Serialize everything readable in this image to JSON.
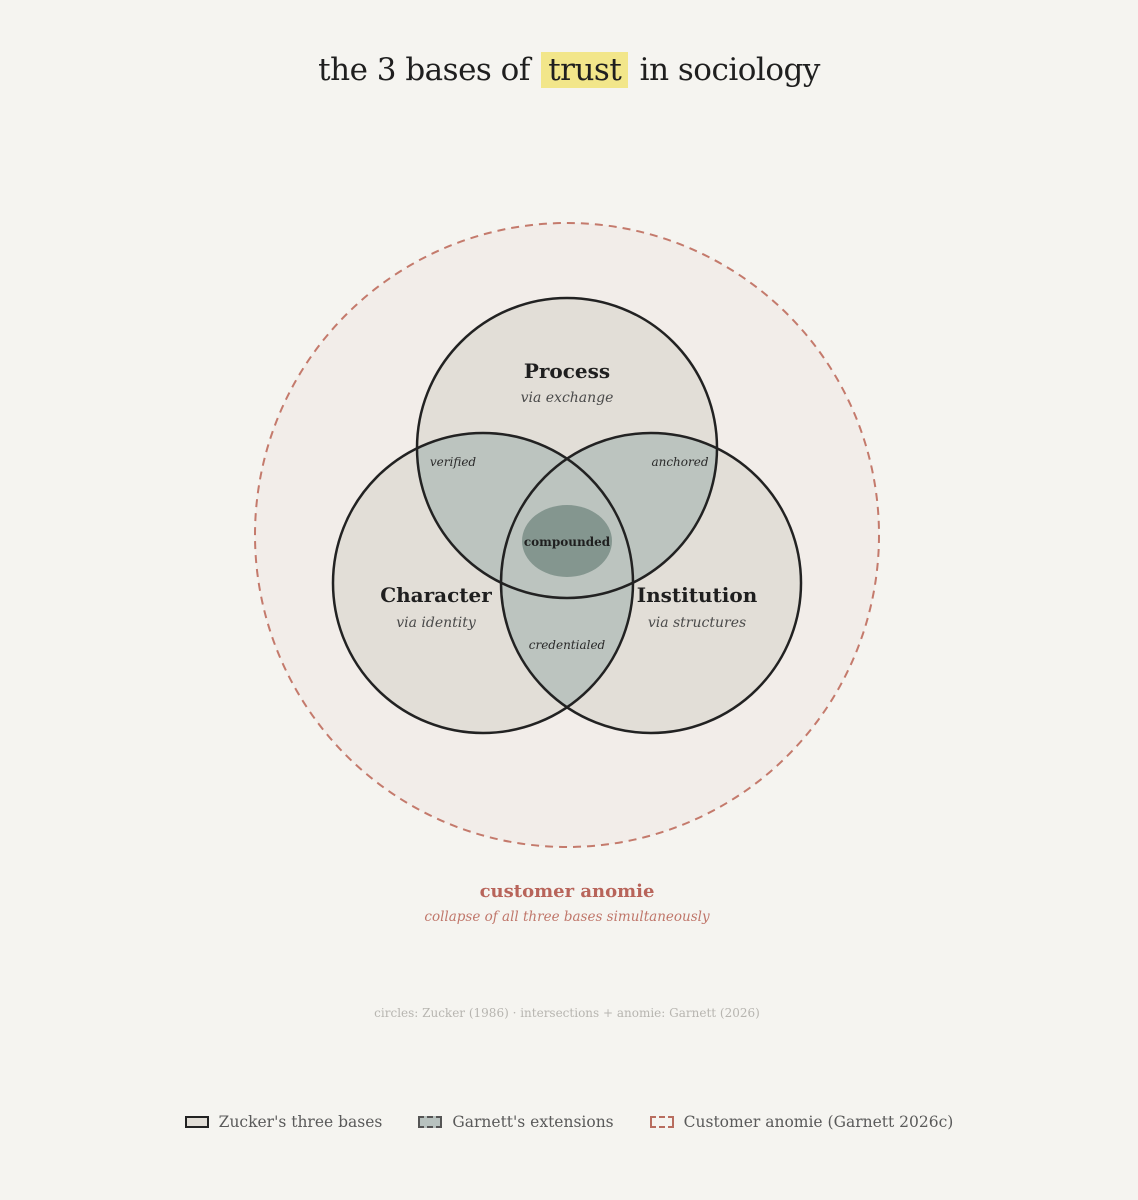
{
  "title": {
    "before": "the 3 bases of",
    "highlight": "trust",
    "after": "in sociology"
  },
  "circles": {
    "process": {
      "name": "Process",
      "sub": "via exchange"
    },
    "character": {
      "name": "Character",
      "sub": "via identity"
    },
    "institution": {
      "name": "Institution",
      "sub": "via structures"
    }
  },
  "intersections": {
    "process_character": "verified",
    "process_institution": "anchored",
    "character_institution": "credentialed",
    "center": "compounded"
  },
  "anomie": {
    "label": "customer anomie",
    "sub": "collapse of all three bases simultaneously"
  },
  "attribution": "circles: Zucker (1986) · intersections + anomie: Garnett (2026)",
  "legend": {
    "zucker": "Zucker's three bases",
    "garnett": "Garnett's extensions",
    "anomie": "Customer anomie (Garnett 2026c)"
  },
  "colors": {
    "background": "#f5f4f0",
    "circle_fill": "#e2ded7",
    "pair_overlap": "#bcc4bf",
    "center_ellipse": "#84968f",
    "anomie": "#b86d5f",
    "highlight": "#f2e68a"
  }
}
